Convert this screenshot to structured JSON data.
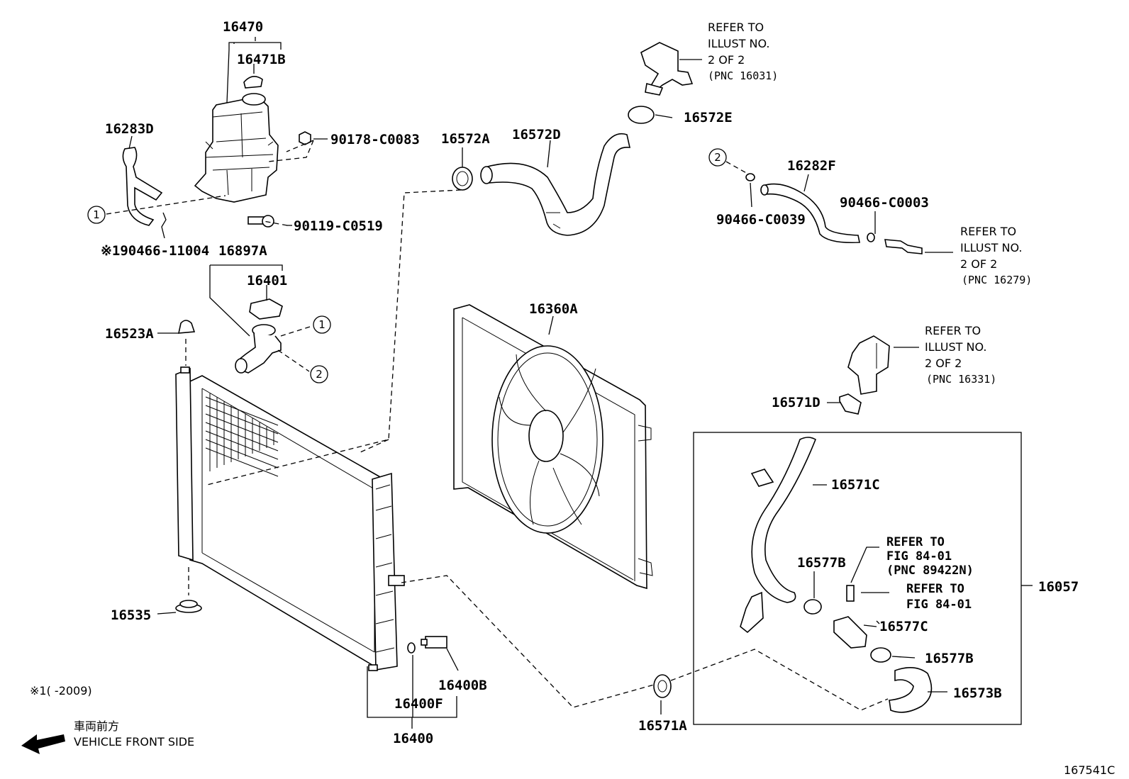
{
  "labels": {
    "p16470": "16470",
    "p16471B": "16471B",
    "p16283D": "16283D",
    "p90178": "90178-C0083",
    "p90119": "90119-C0519",
    "p90466_11004": "※190466-11004",
    "p16897A": "16897A",
    "p16401": "16401",
    "p16523A": "16523A",
    "p16535": "16535",
    "p16572A": "16572A",
    "p16572D": "16572D",
    "p16572E": "16572E",
    "p16282F": "16282F",
    "p90466_C0039": "90466-C0039",
    "p90466_C0003": "90466-C0003",
    "p16360A": "16360A",
    "p16571D": "16571D",
    "p16571C": "16571C",
    "p16577B_a": "16577B",
    "p16577C": "16577C",
    "p16577B_b": "16577B",
    "p16573B": "16573B",
    "p16057": "16057",
    "p16571A": "16571A",
    "p16400B": "16400B",
    "p16400F": "16400F",
    "p16400": "16400"
  },
  "refs": {
    "r16031": {
      "l1": "REFER TO",
      "l2": "ILLUST NO.",
      "l3": "2 OF 2",
      "l4": "(PNC 16031)"
    },
    "r16279": {
      "l1": "REFER TO",
      "l2": "ILLUST NO.",
      "l3": "2 OF 2",
      "l4": "(PNC 16279)"
    },
    "r16331": {
      "l1": "REFER TO",
      "l2": "ILLUST NO.",
      "l3": "2 OF 2",
      "l4": "(PNC 16331)"
    },
    "r89422": {
      "l1": "REFER TO",
      "l2": "FIG 84-01",
      "l3": "(PNC 89422N)"
    },
    "r8401": {
      "l1": "REFER TO",
      "l2": "FIG 84-01"
    }
  },
  "markers": {
    "one": "1",
    "two": "2"
  },
  "footnote": "※1(    -2009)",
  "front": {
    "jp": "車両前方",
    "en": "VEHICLE FRONT SIDE"
  },
  "illustration_id": "167541C"
}
